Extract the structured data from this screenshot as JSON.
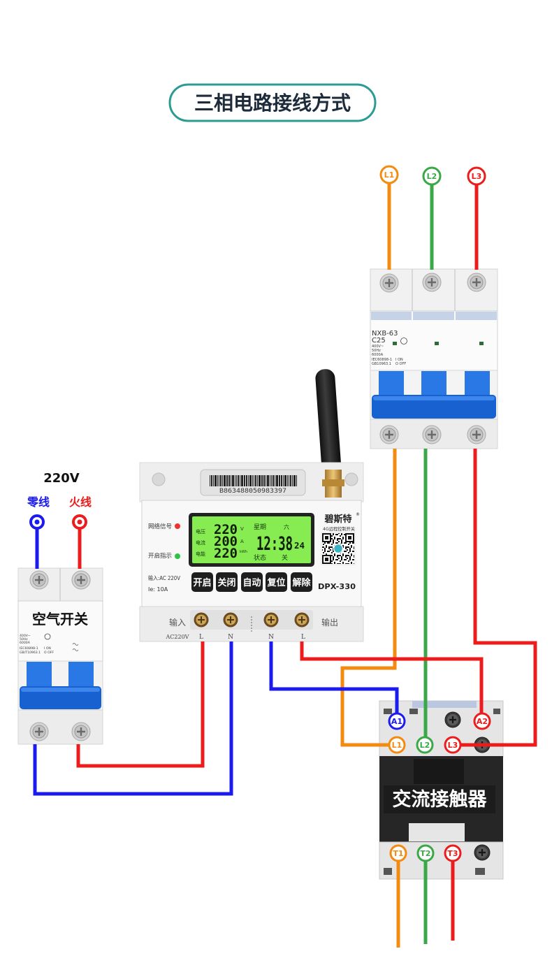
{
  "title": "三相电路接线方式",
  "phases": {
    "l1": "L1",
    "l2": "L2",
    "l3": "L3"
  },
  "breaker3": {
    "model": "NXB-63",
    "rating": "C25",
    "spec": [
      "400V~",
      "50Hz",
      "6000A"
    ],
    "std": [
      "IEC60898-1",
      "GB10963.1"
    ],
    "on": "I ON",
    "off": "O OFF"
  },
  "supply": {
    "voltage": "220V",
    "neutral": "零线",
    "live": "火线"
  },
  "breaker2": {
    "name": "空气开关",
    "spec": [
      "400V~",
      "50Hz",
      "6000A"
    ],
    "std": [
      "IEC60898-1",
      "GB/T10963.1"
    ],
    "on": "I ON",
    "off": "O OFF"
  },
  "controller": {
    "serial": "B863488050983397",
    "indicators": {
      "network": "网络信号",
      "power": "开启指示"
    },
    "lcd": {
      "voltage_label": "电压",
      "current_label": "电流",
      "energy_label": "电能",
      "voltage": "220",
      "voltage_unit": "V",
      "current": "200",
      "current_unit": "A",
      "energy": "220",
      "energy_unit": "kWh",
      "week_label": "星期",
      "week_value": "六",
      "time": "12:38",
      "seconds": "24",
      "status_label": "状态",
      "status_value": "关"
    },
    "brand": "碧斯特",
    "brand_mark": "®",
    "subtitle": "4G远程控制开关",
    "input_rating": "输入:AC 220V",
    "current_rating": "Ie: 10A",
    "buttons": [
      "开启",
      "关闭",
      "自动",
      "复位",
      "解除"
    ],
    "model": "DPX-330",
    "terminals": {
      "input_label": "输入",
      "input_voltage": "AC220V",
      "in_l": "L",
      "in_n": "N",
      "out_n": "N",
      "out_l": "L",
      "output_label": "输出"
    }
  },
  "contactor": {
    "name": "交流接触器",
    "a1": "A1",
    "a2": "A2",
    "l1": "L1",
    "l2": "L2",
    "l3": "L3",
    "t1": "T1",
    "t2": "T2",
    "t3": "T3"
  },
  "colors": {
    "teal": "#2b9b94",
    "orange": "#f28b10",
    "green": "#3aa847",
    "red": "#ec1c1c",
    "blue": "#1b1bef",
    "lcd": "#86ec52",
    "breaker_blue": "#1f6ee0"
  }
}
